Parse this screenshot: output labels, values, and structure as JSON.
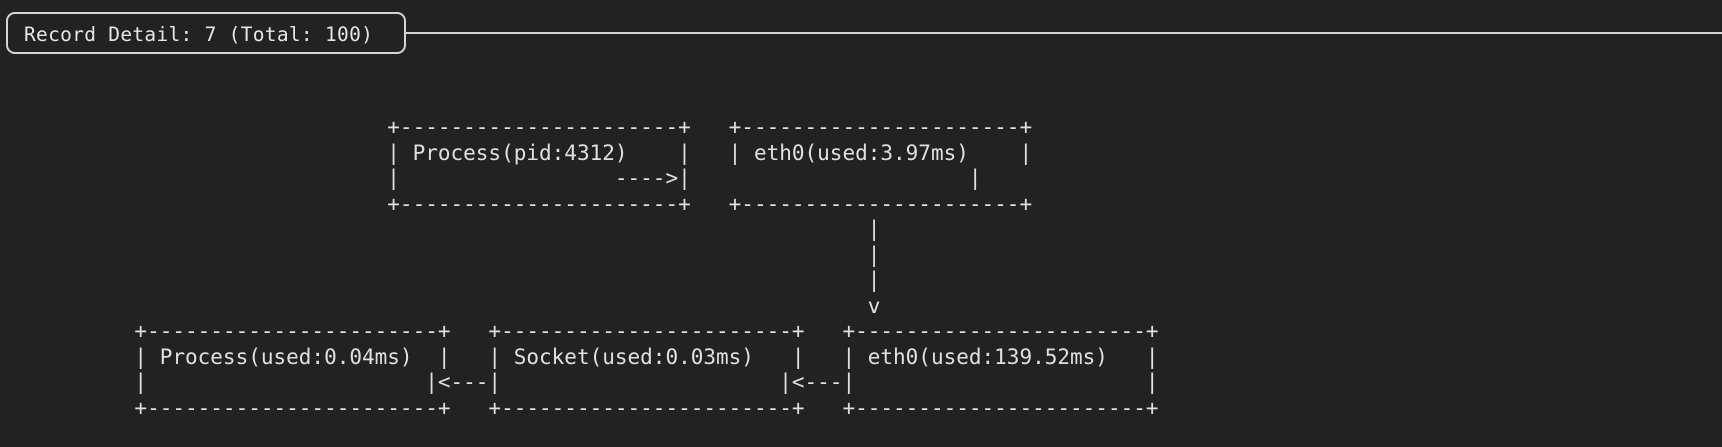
{
  "window": {
    "background_color": "#222222",
    "foreground_color": "#d4d4d4"
  },
  "header": {
    "title": "Record Detail: 7 (Total: 100)",
    "record_index": 7,
    "record_total": 100,
    "border_color": "#d4d4d4",
    "rule_color": "#d4d4d4"
  },
  "diagram": {
    "type": "ascii-box-flow",
    "nodes": [
      {
        "id": "proc-top",
        "label": "Process(pid:4312)",
        "row": "top",
        "column": 1
      },
      {
        "id": "eth0-top",
        "label": "eth0(used:3.97ms)",
        "row": "top",
        "column": 2
      },
      {
        "id": "proc-bottom",
        "label": "Process(used:0.04ms)",
        "row": "bottom",
        "column": 1
      },
      {
        "id": "socket",
        "label": "Socket(used:0.03ms)",
        "row": "bottom",
        "column": 2
      },
      {
        "id": "eth0-bottom",
        "label": "eth0(used:139.52ms)",
        "row": "bottom",
        "column": 3
      }
    ],
    "edges": [
      {
        "from": "proc-top",
        "to": "eth0-top",
        "glyph": "--->",
        "direction": "right"
      },
      {
        "from": "eth0-top",
        "to": "eth0-bottom",
        "glyph": "v",
        "direction": "down"
      },
      {
        "from": "eth0-bottom",
        "to": "socket",
        "glyph": "<---",
        "direction": "left"
      },
      {
        "from": "socket",
        "to": "proc-bottom",
        "glyph": "<---",
        "direction": "left"
      }
    ],
    "art": "                              +----------------------+   +----------------------+\n                              | Process(pid:4312)    |   | eth0(used:3.97ms)    |\n                              |                 ---->|                      |\n                              +----------------------+   +----------------------+\n                                                                    |\n                                                                    |\n                                                                    |\n                                                                    v\n          +-----------------------+   +-----------------------+   +-----------------------+\n          | Process(used:0.04ms)  |   | Socket(used:0.03ms)   |   | eth0(used:139.52ms)   |\n          |                      |<---|                      |<---|                       |\n          +-----------------------+   +-----------------------+   +-----------------------+"
  }
}
